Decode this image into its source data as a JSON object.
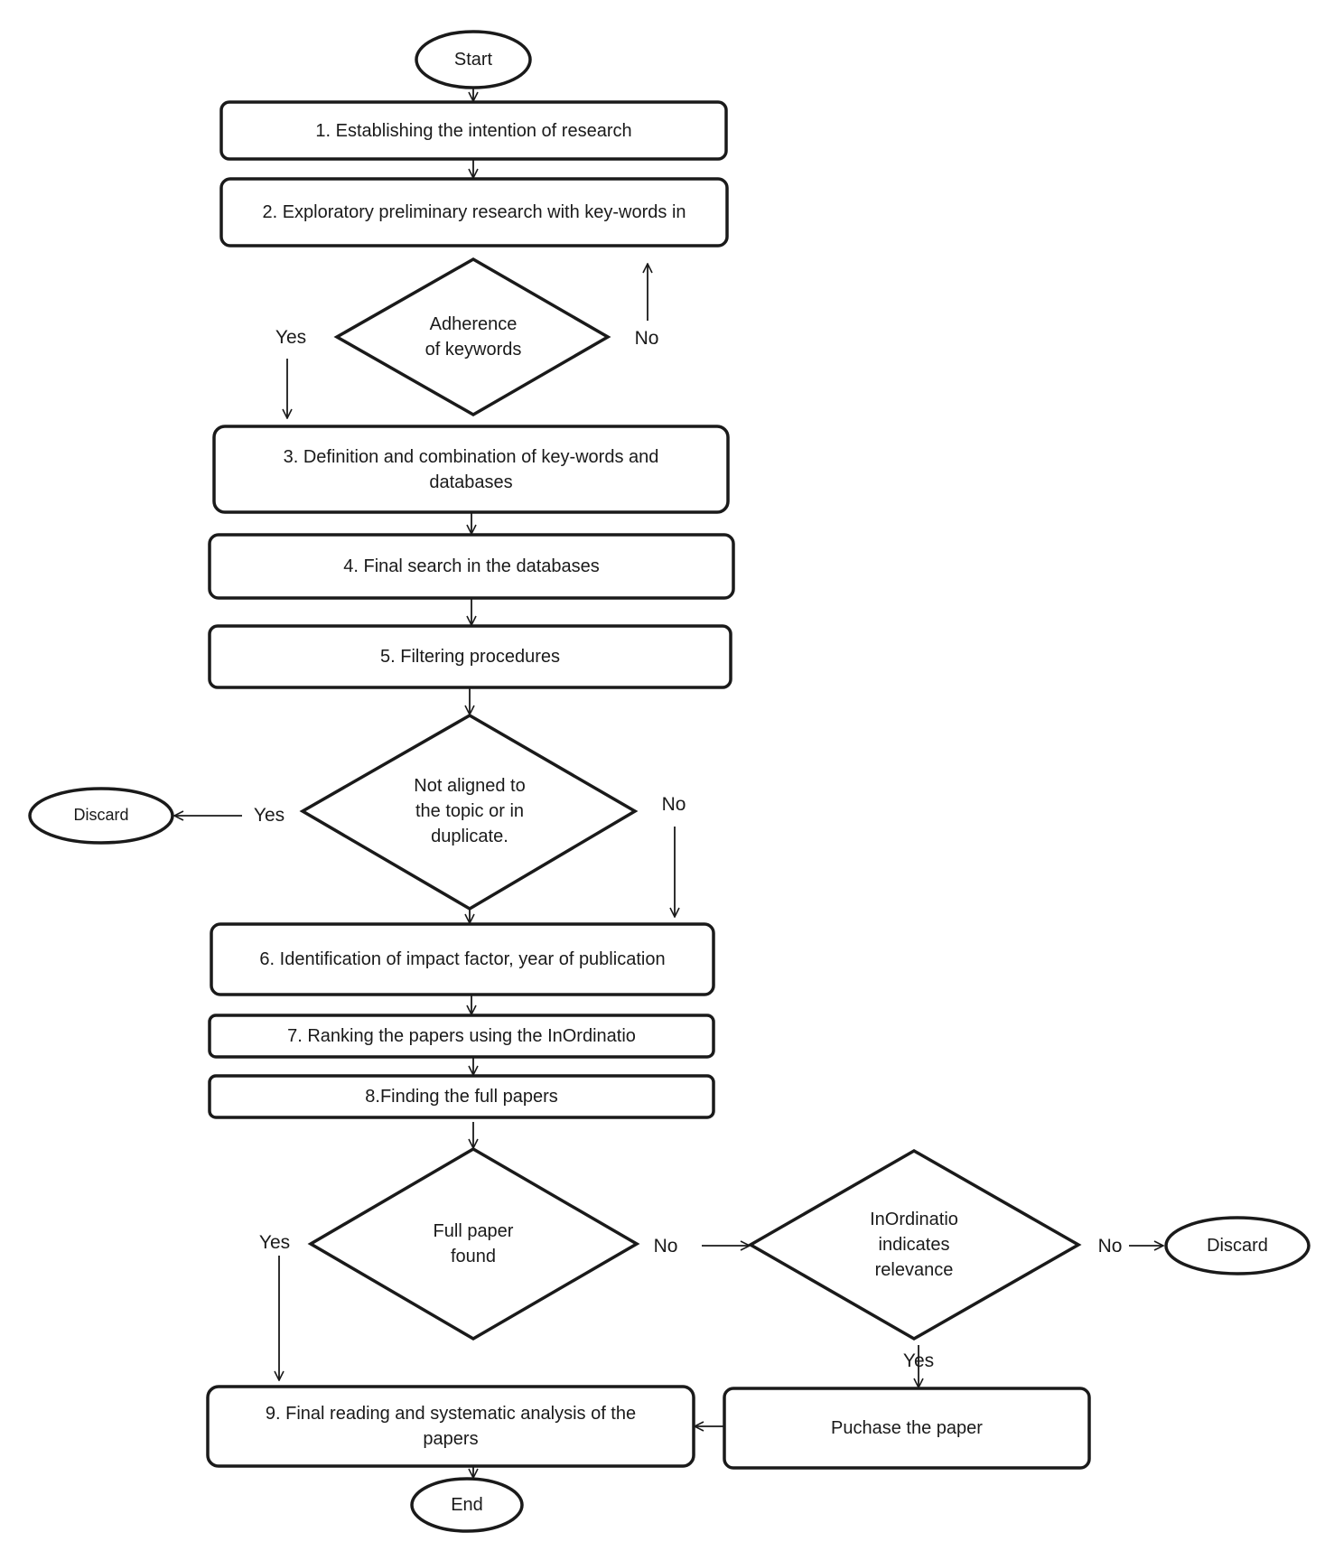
{
  "nodes": {
    "start": "Start",
    "step1": "1. Establishing the intention of research",
    "step2": "2. Exploratory preliminary research with key-words in",
    "decision_keywords": "Adherence\nof keywords",
    "step3": "3. Definition and combination of key-words and\ndatabases",
    "step4": "4. Final search in the databases",
    "step5": "5. Filtering procedures",
    "decision_aligned": "Not aligned to\nthe topic or in\nduplicate.",
    "discard_1": "Discard",
    "step6": "6. Identification of impact factor, year of publication",
    "step7": "7. Ranking the papers using the InOrdinatio",
    "step8": "8.Finding the full papers",
    "decision_found": "Full paper\nfound",
    "decision_relevance": "InOrdinatio\nindicates\nrelevance",
    "discard_2": "Discard",
    "purchase": "Puchase the paper",
    "step9": "9. Final reading and systematic analysis of the\npapers",
    "end": "End"
  },
  "edge_labels": {
    "keywords_yes": "Yes",
    "keywords_no": "No",
    "aligned_yes": "Yes",
    "aligned_no": "No",
    "found_yes": "Yes",
    "found_no": "No",
    "relevance_no": "No",
    "relevance_yes": "Yes"
  },
  "colors": {
    "stroke": "#1a1a1a",
    "text": "#1a1a1a",
    "background": "#ffffff"
  }
}
